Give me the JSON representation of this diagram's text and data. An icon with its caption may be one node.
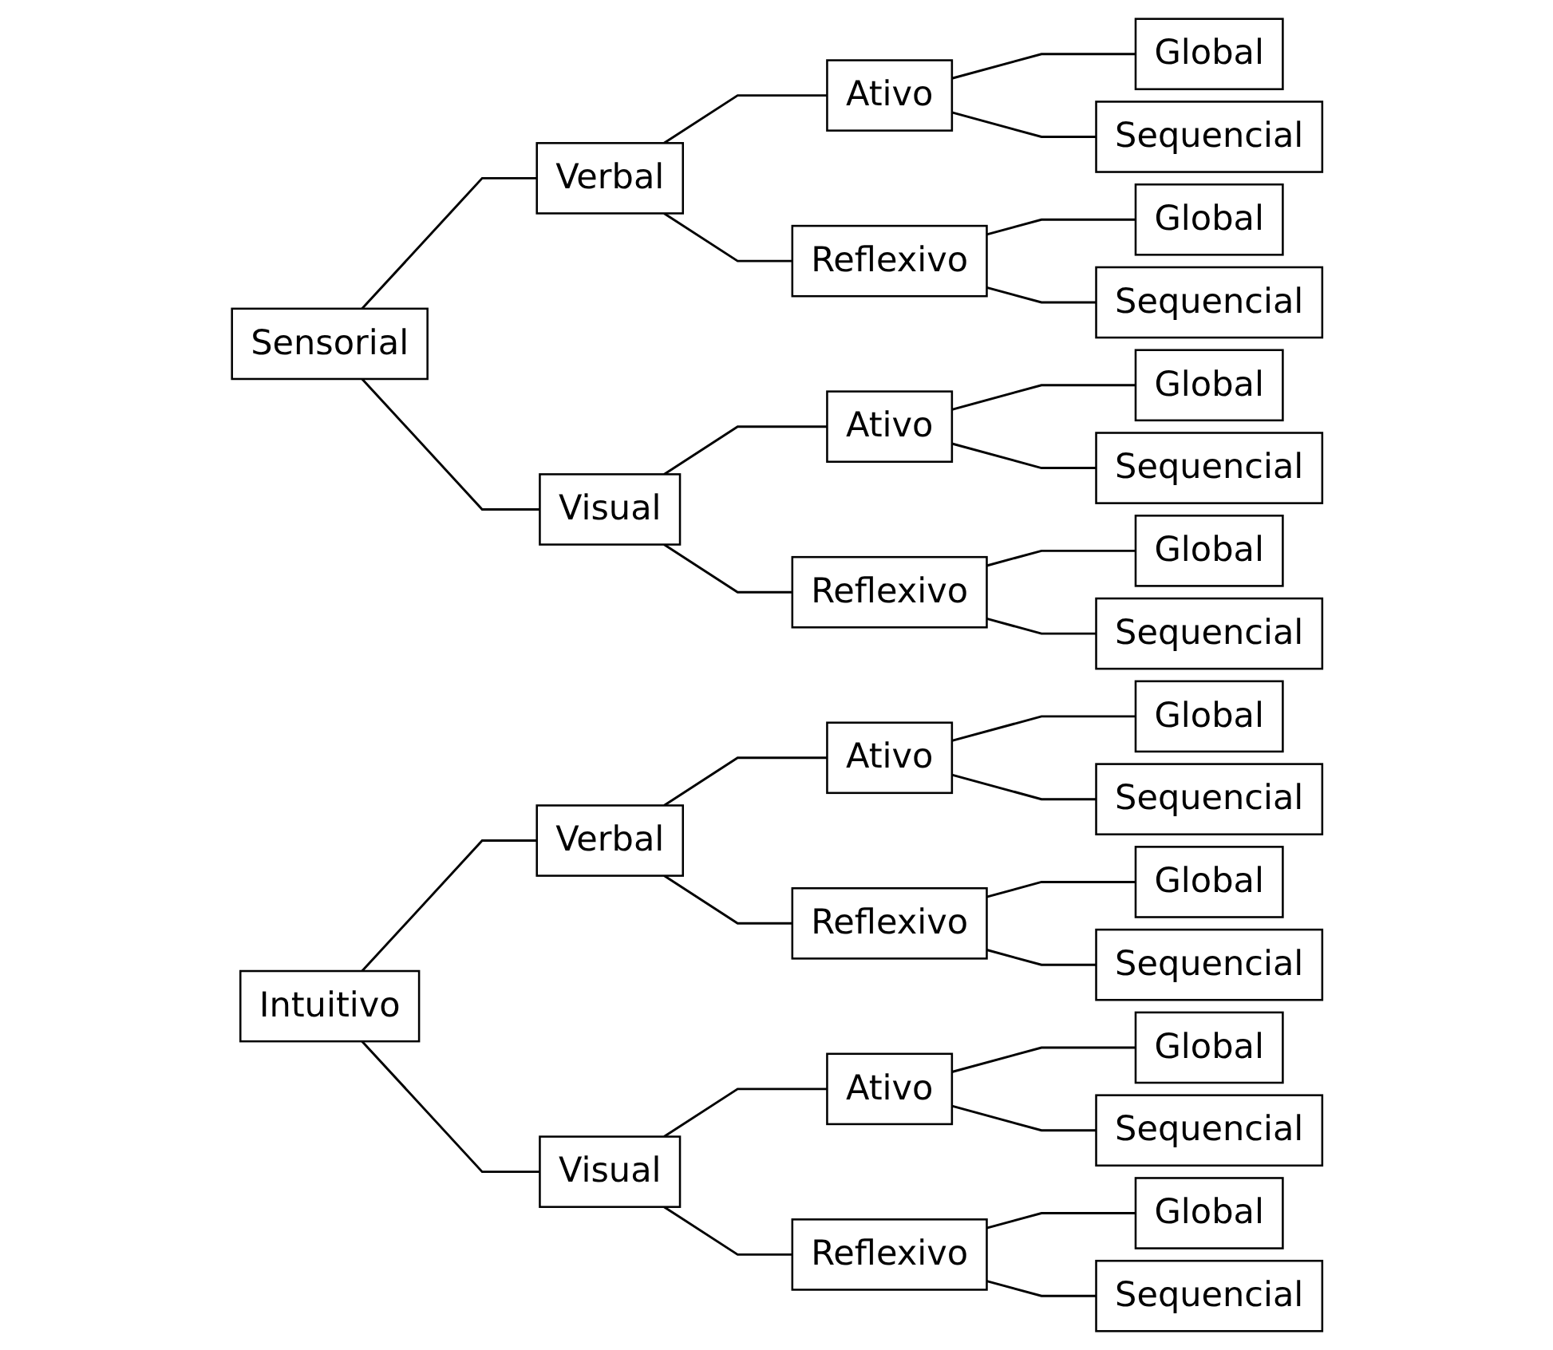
{
  "diagram": {
    "nodes": [
      {
        "text": [
          "Sensorial"
        ]
      },
      {
        "text": [
          "Verbal"
        ]
      },
      {
        "text": [
          "Ativo"
        ]
      },
      {
        "text": [
          "Global"
        ]
      },
      {
        "text": [
          "Sequencial"
        ]
      },
      {
        "text": [
          "Reflexivo"
        ]
      },
      {
        "text": [
          "Global"
        ]
      },
      {
        "text": [
          "Sequencial"
        ]
      },
      {
        "text": [
          "Visual"
        ]
      },
      {
        "text": [
          "Ativo"
        ]
      },
      {
        "text": [
          "Global"
        ]
      },
      {
        "text": [
          "Sequencial"
        ]
      },
      {
        "text": [
          "Reflexivo"
        ]
      },
      {
        "text": [
          "Global"
        ]
      },
      {
        "text": [
          "Sequencial"
        ]
      },
      {
        "text": [
          "Intuitivo"
        ]
      },
      {
        "text": [
          "Verbal"
        ]
      },
      {
        "text": [
          "Ativo"
        ]
      },
      {
        "text": [
          "Global"
        ]
      },
      {
        "text": [
          "Sequencial"
        ]
      },
      {
        "text": [
          "Reflexivo"
        ]
      },
      {
        "text": [
          "Global"
        ]
      },
      {
        "text": [
          "Sequencial"
        ]
      },
      {
        "text": [
          "Visual"
        ]
      },
      {
        "text": [
          "Ativo"
        ]
      },
      {
        "text": [
          "Global"
        ]
      },
      {
        "text": [
          "Sequencial"
        ]
      },
      {
        "text": [
          "Reflexivo"
        ]
      },
      {
        "text": [
          "Global"
        ]
      },
      {
        "text": [
          "Sequencial"
        ]
      }
    ],
    "edges": [
      {
        "from": 0,
        "to": 1,
        "arrow": "none"
      },
      {
        "from": 1,
        "to": 2,
        "arrow": "none"
      },
      {
        "from": 2,
        "to": 3,
        "arrow": "none"
      },
      {
        "from": 2,
        "to": 4,
        "arrow": "none"
      },
      {
        "from": 1,
        "to": 5,
        "arrow": "none"
      },
      {
        "from": 5,
        "to": 6,
        "arrow": "none"
      },
      {
        "from": 5,
        "to": 7,
        "arrow": "none"
      },
      {
        "from": 0,
        "to": 8,
        "arrow": "none"
      },
      {
        "from": 8,
        "to": 9,
        "arrow": "none"
      },
      {
        "from": 9,
        "to": 10,
        "arrow": "none"
      },
      {
        "from": 9,
        "to": 11,
        "arrow": "none"
      },
      {
        "from": 8,
        "to": 12,
        "arrow": "none"
      },
      {
        "from": 12,
        "to": 13,
        "arrow": "none"
      },
      {
        "from": 12,
        "to": 14,
        "arrow": "none"
      },
      {
        "from": 15,
        "to": 16,
        "arrow": "none"
      },
      {
        "from": 16,
        "to": 17,
        "arrow": "none"
      },
      {
        "from": 17,
        "to": 18,
        "arrow": "none"
      },
      {
        "from": 17,
        "to": 19,
        "arrow": "none"
      },
      {
        "from": 16,
        "to": 20,
        "arrow": "none"
      },
      {
        "from": 20,
        "to": 21,
        "arrow": "none"
      },
      {
        "from": 20,
        "to": 22,
        "arrow": "none"
      },
      {
        "from": 15,
        "to": 23,
        "arrow": "none"
      },
      {
        "from": 23,
        "to": 24,
        "arrow": "none"
      },
      {
        "from": 24,
        "to": 25,
        "arrow": "none"
      },
      {
        "from": 24,
        "to": 26,
        "arrow": "none"
      },
      {
        "from": 23,
        "to": 27,
        "arrow": "none"
      },
      {
        "from": 27,
        "to": 28,
        "arrow": "none"
      },
      {
        "from": 27,
        "to": 29,
        "arrow": "none"
      }
    ]
  }
}
